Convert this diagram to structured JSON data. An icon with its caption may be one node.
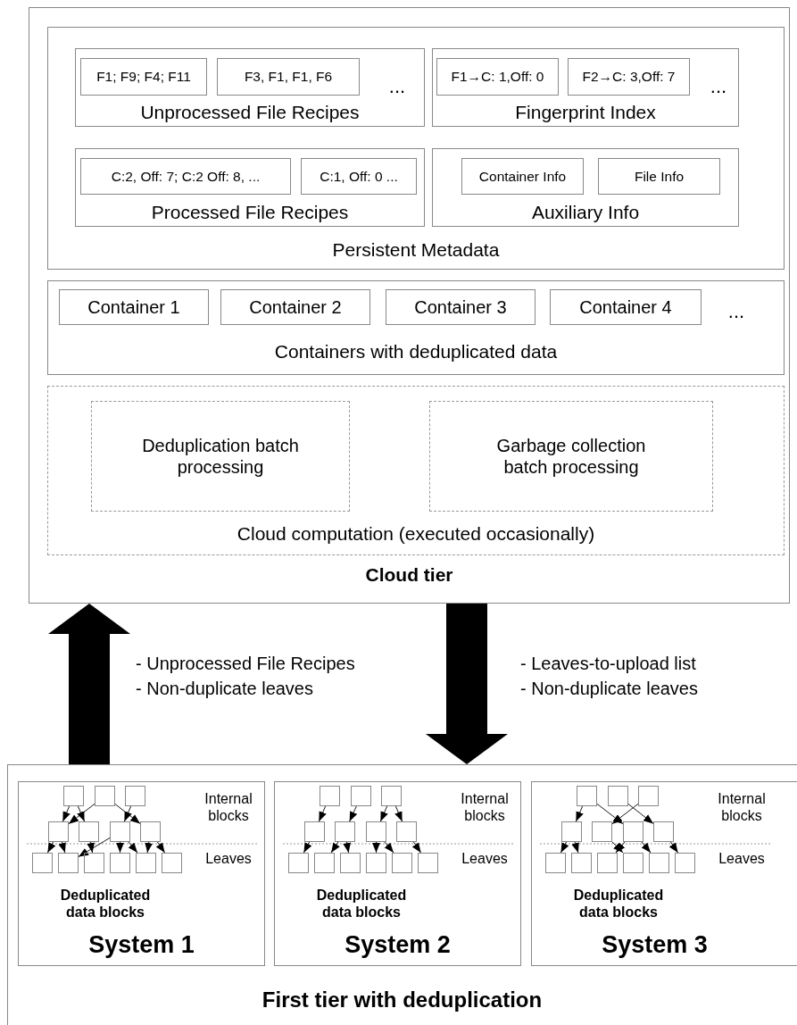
{
  "diagram": {
    "nodes": [
      {
        "text": [
          "Cloud tier"
        ]
      },
      {
        "text": [
          "Persistent Metadata"
        ],
        "in": 0
      },
      {
        "text": [
          "...",
          "Unprocessed File Recipes"
        ],
        "in": 1
      },
      {
        "text": [
          "F1; F9; F4; F11"
        ],
        "in": 2
      },
      {
        "text": [
          "F3, F1, F1, F6"
        ],
        "in": 2
      },
      {
        "text": [
          "...",
          "Fingerprint Index"
        ],
        "in": 1
      },
      {
        "text": [
          "F1→C: 1,Off: 0"
        ],
        "in": 5
      },
      {
        "text": [
          "F2→C: 3,Off: 7"
        ],
        "in": 5
      },
      {
        "text": [
          "Processed File Recipes"
        ],
        "in": 1
      },
      {
        "text": [
          "C:2, Off: 7; C:2 Off: 8, ..."
        ],
        "in": 8
      },
      {
        "text": [
          "C:1, Off: 0 ..."
        ],
        "in": 8
      },
      {
        "text": [
          "Auxiliary Info"
        ],
        "in": 1
      },
      {
        "text": [
          "Container Info"
        ],
        "in": 11
      },
      {
        "text": [
          "File Info"
        ],
        "in": 11
      },
      {
        "text": [
          "...",
          "Containers with deduplicated data"
        ],
        "in": 0
      },
      {
        "text": [
          "Container 1"
        ],
        "in": 14
      },
      {
        "text": [
          "Container 2"
        ],
        "in": 14
      },
      {
        "text": [
          "Container 3"
        ],
        "in": 14
      },
      {
        "text": [
          "Container 4"
        ],
        "in": 14
      },
      {
        "text": [
          "Cloud computation (executed occasionally)"
        ],
        "in": 0
      },
      {
        "text": [
          "Deduplication batch processing"
        ],
        "in": 19
      },
      {
        "text": [
          "Garbage collection batch processing"
        ],
        "in": 19
      },
      {
        "text": [
          "First tier with deduplication"
        ]
      },
      {
        "text": [
          "Internal blocks",
          "Leaves",
          "Deduplicated data blocks",
          "System 1"
        ],
        "in": 22
      },
      {
        "text": [],
        "shape": "box",
        "in": 23
      },
      {
        "text": [],
        "shape": "box",
        "in": 23
      },
      {
        "text": [],
        "shape": "box",
        "in": 23
      },
      {
        "text": [],
        "shape": "box",
        "in": 23
      },
      {
        "text": [],
        "shape": "box",
        "in": 23
      },
      {
        "text": [],
        "shape": "box",
        "in": 23
      },
      {
        "text": [],
        "shape": "box",
        "in": 23
      },
      {
        "text": [],
        "shape": "box",
        "in": 23
      },
      {
        "text": [],
        "shape": "box",
        "in": 23
      },
      {
        "text": [],
        "shape": "box",
        "in": 23
      },
      {
        "text": [],
        "shape": "box",
        "in": 23
      },
      {
        "text": [],
        "shape": "box",
        "in": 23
      },
      {
        "text": [],
        "shape": "box",
        "in": 23
      },
      {
        "text": [
          "Internal blocks",
          "Leaves",
          "Deduplicated data blocks",
          "System 2"
        ],
        "in": 22
      },
      {
        "text": [],
        "shape": "box",
        "in": 37
      },
      {
        "text": [],
        "shape": "box",
        "in": 37
      },
      {
        "text": [],
        "shape": "box",
        "in": 37
      },
      {
        "text": [],
        "shape": "box",
        "in": 37
      },
      {
        "text": [],
        "shape": "box",
        "in": 37
      },
      {
        "text": [],
        "shape": "box",
        "in": 37
      },
      {
        "text": [],
        "shape": "box",
        "in": 37
      },
      {
        "text": [],
        "shape": "box",
        "in": 37
      },
      {
        "text": [],
        "shape": "box",
        "in": 37
      },
      {
        "text": [],
        "shape": "box",
        "in": 37
      },
      {
        "text": [],
        "shape": "box",
        "in": 37
      },
      {
        "text": [],
        "shape": "box",
        "in": 37
      },
      {
        "text": [],
        "shape": "box",
        "in": 37
      },
      {
        "text": [
          "Internal blocks",
          "Leaves",
          "Deduplicated data blocks",
          "System 3"
        ],
        "in": 22
      },
      {
        "text": [],
        "shape": "box",
        "in": 51
      },
      {
        "text": [],
        "shape": "box",
        "in": 51
      },
      {
        "text": [],
        "shape": "box",
        "in": 51
      },
      {
        "text": [],
        "shape": "box",
        "in": 51
      },
      {
        "text": [],
        "shape": "box",
        "in": 51
      },
      {
        "text": [],
        "shape": "box",
        "in": 51
      },
      {
        "text": [],
        "shape": "box",
        "in": 51
      },
      {
        "text": [],
        "shape": "box",
        "in": 51
      },
      {
        "text": [],
        "shape": "box",
        "in": 51
      },
      {
        "text": [],
        "shape": "box",
        "in": 51
      },
      {
        "text": [],
        "shape": "box",
        "in": 51
      },
      {
        "text": [],
        "shape": "box",
        "in": 51
      },
      {
        "text": [],
        "shape": "box",
        "in": 51
      }
    ],
    "edges": [
      {
        "from": 22,
        "to": 0,
        "arrow": "to",
        "style": "thick"
      },
      {
        "from": 0,
        "to": 22,
        "arrow": "to",
        "style": "thick"
      },
      {
        "from": 24,
        "to": 27,
        "arrow": "to"
      },
      {
        "from": 24,
        "to": 28,
        "arrow": "to"
      },
      {
        "from": 25,
        "to": 27,
        "arrow": "to"
      },
      {
        "from": 25,
        "to": 30,
        "arrow": "to"
      },
      {
        "from": 26,
        "to": 29,
        "arrow": "to"
      },
      {
        "from": 27,
        "to": 31,
        "arrow": "to"
      },
      {
        "from": 27,
        "to": 32,
        "arrow": "to"
      },
      {
        "from": 28,
        "to": 33,
        "arrow": "to"
      },
      {
        "from": 29,
        "to": 32,
        "arrow": "to"
      },
      {
        "from": 29,
        "to": 34,
        "arrow": "to"
      },
      {
        "from": 29,
        "to": 35,
        "arrow": "to"
      },
      {
        "from": 30,
        "to": 35,
        "arrow": "to"
      },
      {
        "from": 30,
        "to": 36,
        "arrow": "to"
      },
      {
        "from": 38,
        "to": 41,
        "arrow": "to"
      },
      {
        "from": 39,
        "to": 42,
        "arrow": "to"
      },
      {
        "from": 40,
        "to": 43,
        "arrow": "to"
      },
      {
        "from": 40,
        "to": 44,
        "arrow": "to"
      },
      {
        "from": 41,
        "to": 45,
        "arrow": "to"
      },
      {
        "from": 42,
        "to": 46,
        "arrow": "to"
      },
      {
        "from": 42,
        "to": 47,
        "arrow": "to"
      },
      {
        "from": 43,
        "to": 48,
        "arrow": "to"
      },
      {
        "from": 43,
        "to": 49,
        "arrow": "to"
      },
      {
        "from": 44,
        "to": 50,
        "arrow": "to"
      },
      {
        "from": 52,
        "to": 55,
        "arrow": "to"
      },
      {
        "from": 52,
        "to": 57,
        "arrow": "to"
      },
      {
        "from": 54,
        "to": 56,
        "arrow": "to"
      },
      {
        "from": 53,
        "to": 58,
        "arrow": "to"
      },
      {
        "from": 55,
        "to": 59,
        "arrow": "to"
      },
      {
        "from": 55,
        "to": 60,
        "arrow": "to"
      },
      {
        "from": 56,
        "to": 62,
        "arrow": "to"
      },
      {
        "from": 57,
        "to": 61,
        "arrow": "to"
      },
      {
        "from": 57,
        "to": 63,
        "arrow": "to"
      },
      {
        "from": 58,
        "to": 64,
        "arrow": "to"
      }
    ],
    "labels": [
      "- Unprocessed File Recipes",
      "- Non-duplicate leaves",
      "- Leaves-to-upload list",
      "- Non-duplicate leaves"
    ]
  }
}
